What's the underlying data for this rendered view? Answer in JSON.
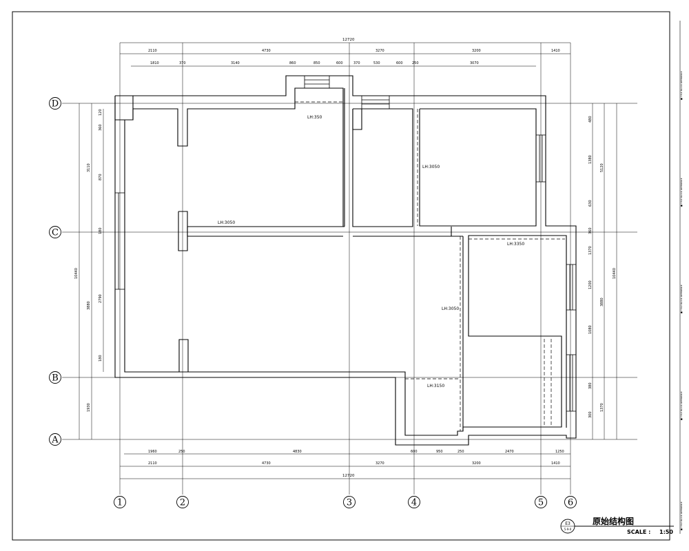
{
  "drawing": {
    "title": "原始结构图",
    "scale_label": "SCALE :",
    "scale_value": "1:50",
    "sheet_no": "E3",
    "sheet_sub": "5-9-0"
  },
  "axes": {
    "vertical": [
      "1",
      "2",
      "3",
      "4",
      "5",
      "6"
    ],
    "horizontal": [
      "D",
      "C",
      "B",
      "A"
    ]
  },
  "dimensions": {
    "top_total": "12720",
    "top_row1": [
      "2110",
      "4730",
      "3270",
      "3200",
      "1410"
    ],
    "top_row2": [
      "1810",
      "370",
      "3140",
      "860",
      "850",
      "600",
      "370",
      "530",
      "600",
      "250",
      "3070"
    ],
    "bottom_total": "12720",
    "bottom_row1": [
      "2110",
      "4730",
      "3270",
      "3200",
      "1410"
    ],
    "bottom_row2": [
      "1960",
      "250",
      "4830",
      "600",
      "950",
      "250",
      "2470",
      "1250"
    ],
    "left_total": "10440",
    "left_outer": [
      "3110",
      "3880",
      "1930"
    ],
    "left_inner": [
      "120",
      "360",
      "870",
      "180",
      "2790",
      "180"
    ],
    "right_total": "10440",
    "right_outer": [
      "5120",
      "3880",
      "1370"
    ],
    "right_inner": [
      "480",
      "1380",
      "630",
      "360",
      "1370",
      "1200",
      "1080",
      "380",
      "300"
    ]
  },
  "rooms": {
    "lh1": "LH:350",
    "lh2": "LH:3050",
    "lh3": "LH:3050",
    "lh4": "LH:3050",
    "lh5": "LH:3350",
    "lh6": "LH:3150"
  },
  "margin_note": "■ TITLE BLOCK REFERENCE"
}
